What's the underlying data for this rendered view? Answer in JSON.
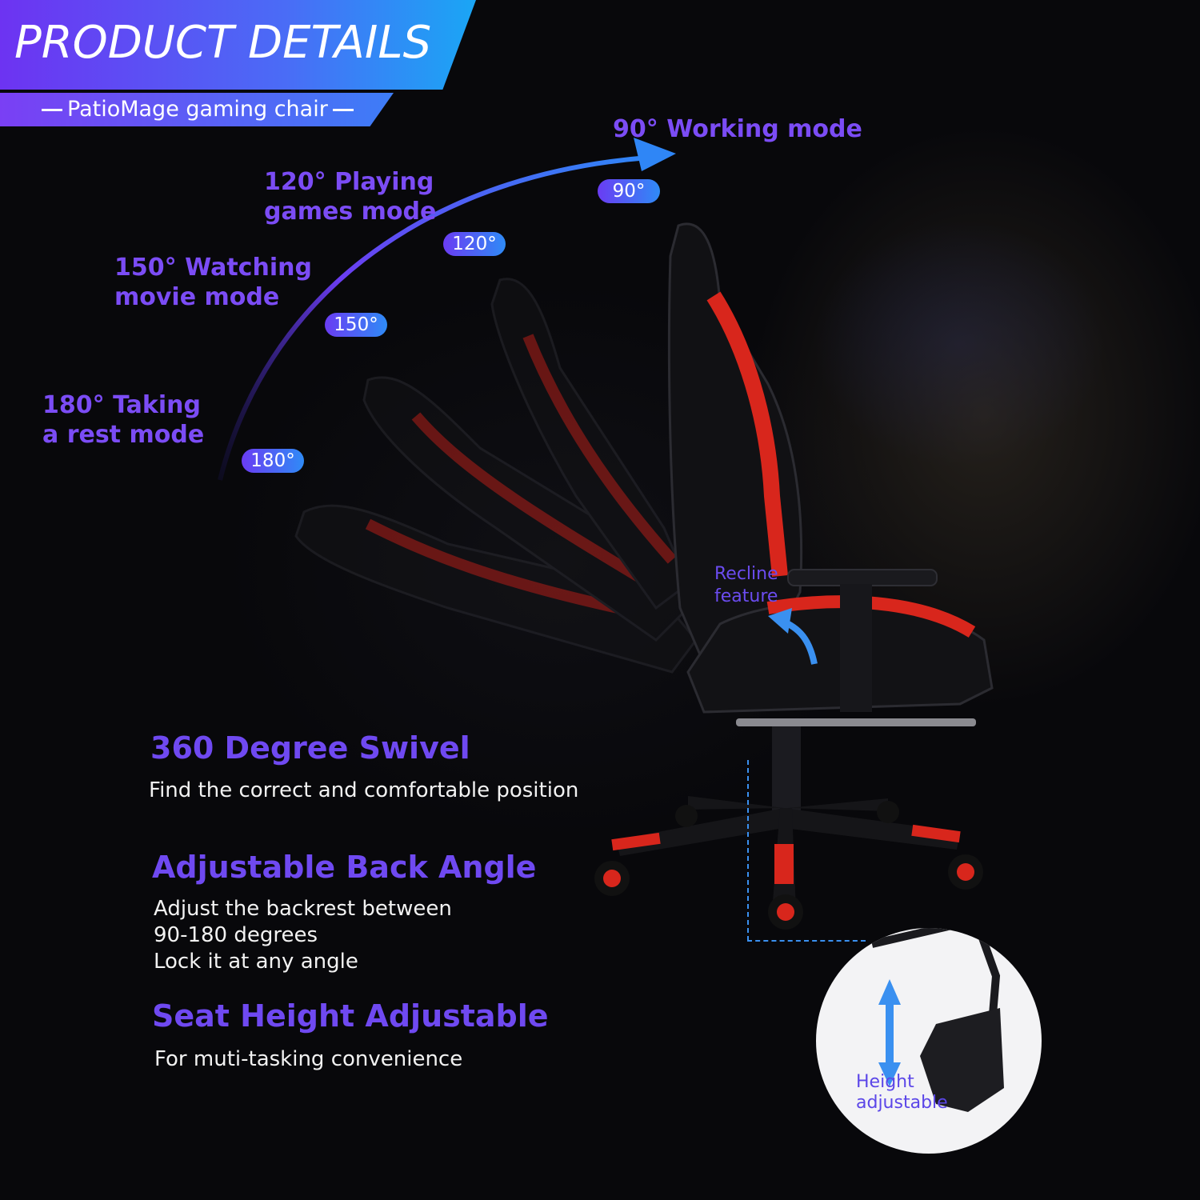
{
  "header": {
    "title": "PRODUCT DETAILS",
    "subtitle": "PatioMage gaming chair"
  },
  "modes": [
    {
      "label_line1": "90° Working mode",
      "label_line2": "",
      "pill": "90°"
    },
    {
      "label_line1": "120° Playing",
      "label_line2": "games mode",
      "pill": "120°"
    },
    {
      "label_line1": "150° Watching",
      "label_line2": "movie mode",
      "pill": "150°"
    },
    {
      "label_line1": "180° Taking",
      "label_line2": "a rest mode",
      "pill": "180°"
    }
  ],
  "callouts": {
    "recline_line1": "Recline",
    "recline_line2": "feature",
    "height_line1": "Height",
    "height_line2": "adjustable"
  },
  "features": [
    {
      "title": "360 Degree Swivel",
      "lines": [
        "Find the correct and comfortable position"
      ]
    },
    {
      "title": "Adjustable Back Angle",
      "lines": [
        "Adjust the backrest between",
        "90-180 degrees",
        "Lock it at any angle"
      ]
    },
    {
      "title": "Seat Height Adjustable",
      "lines": [
        "For muti-tasking convenience"
      ]
    }
  ],
  "colors": {
    "accent_purple": "#6f49f1",
    "accent_blue": "#1aa6f5",
    "chair_red": "#d8261c",
    "chair_black": "#111114",
    "background": "#08080b"
  },
  "icons": [
    "recline-arrow-icon",
    "height-arrow-icon",
    "angle-arc-arrow-icon"
  ]
}
